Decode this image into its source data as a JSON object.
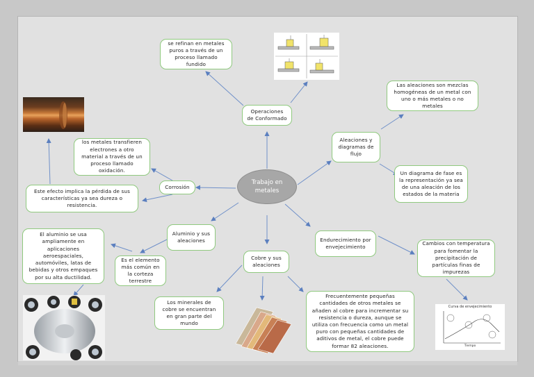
{
  "center": {
    "title": "Trabajo en metales"
  },
  "nodes": {
    "refinan": "se refinan en metales puros a través de un proceso llamado fundido",
    "operaciones": "Operaciones de Conformado",
    "aleaciones_desc": "Las aleaciones son mezclas homogéneas de un metal con uno o más metales o no metales",
    "aleaciones": "Aleaciones y diagramas de flujo",
    "diagrama_fase": "Un diagrama de fase es la representación ya sea de una aleación de los estados de la materia",
    "metales_transfieren": "los metales transfieren electrones a otro material a través de un proceso llamado oxidación.",
    "corrosion": "Corrosión",
    "efecto": "Este efecto implica la pérdida de sus características ya sea dureza o resistencia.",
    "aluminio_usos": "El aluminio se usa ampliamente en aplicaciones aeroespaciales, automóviles, latas de bebidas y otros empaques por su alta ductilidad.",
    "aluminio": "Aluminio y sus aleaciones",
    "elemento_comun": "Es el elemento más común en la corteza terrestre",
    "cobre": "Cobre y sus aleaciones",
    "minerales_cobre": "Los minerales de cobre se encuentran en gran parte del mundo",
    "cobre_desc": "Frecuentemente pequeñas cantidades de otros metales se añaden al cobre para incrementar su resistencia o dureza, aunque se utiliza con frecuencia como un metal puro con pequeñas cantidades de aditivos de metal, el cobre puede formar 82 aleaciones.",
    "endurecimiento": "Endurecimiento por envejecimiento",
    "cambios_temp": "Cambios con temperatura para fomentar la precipitación de partículas finas de impurezas"
  },
  "images": {
    "aging_chart_title": "Curva de envejecimiento",
    "aging_chart_xlabel": "Tiempo"
  }
}
